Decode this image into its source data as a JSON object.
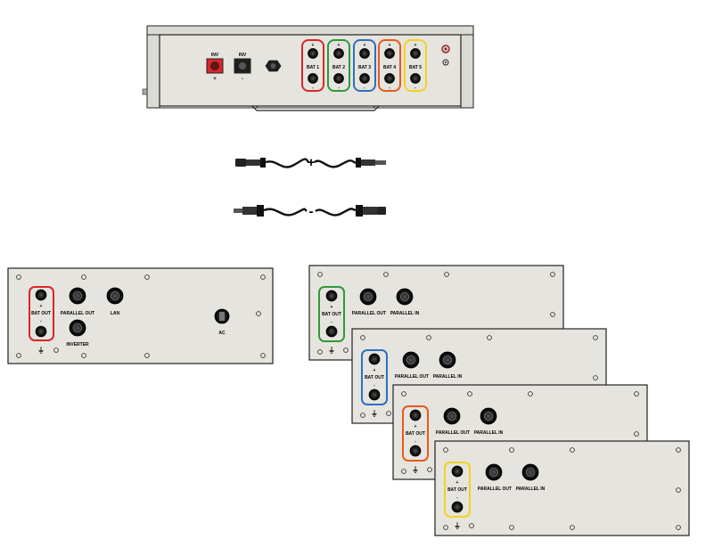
{
  "colors": {
    "panel_fill": "#e6e4de",
    "panel_stroke": "#222222",
    "bat1": "#d9262c",
    "bat2": "#2e9a3a",
    "bat3": "#2f6fbf",
    "bat4": "#e55a1e",
    "bat5": "#f2d21e",
    "inv_plus_connector": "#d9262c"
  },
  "combiner_box": {
    "inv_plus": {
      "label": "INV",
      "sign": "+"
    },
    "inv_minus": {
      "label": "INV",
      "sign": "-"
    },
    "bat_ports": [
      {
        "label": "BAT 1",
        "plus": "+",
        "minus": "-",
        "color_key": "bat1"
      },
      {
        "label": "BAT 2",
        "plus": "+",
        "minus": "-",
        "color_key": "bat2"
      },
      {
        "label": "BAT 3",
        "plus": "+",
        "minus": "-",
        "color_key": "bat3"
      },
      {
        "label": "BAT 4",
        "plus": "+",
        "minus": "-",
        "color_key": "bat4"
      },
      {
        "label": "BAT 5",
        "plus": "+",
        "minus": "-",
        "color_key": "bat5"
      }
    ]
  },
  "cables": {
    "positive_sign": "+",
    "negative_sign": "-"
  },
  "master_battery": {
    "bat_out": "BAT OUT",
    "plus": "+",
    "minus": "-",
    "parallel_out": "PARALLEL OUT",
    "lan": "LAN",
    "inverter": "INVERTER",
    "ac": "AC",
    "ground": "⏚",
    "color_key": "bat1"
  },
  "slave_batteries": [
    {
      "bat_out": "BAT OUT",
      "plus": "+",
      "minus": "-",
      "parallel_out": "PARALLEL OUT",
      "parallel_in": "PARALLEL IN",
      "ground": "⏚",
      "color_key": "bat2"
    },
    {
      "bat_out": "BAT OUT",
      "plus": "+",
      "minus": "-",
      "parallel_out": "PARALLEL OUT",
      "parallel_in": "PARALLEL IN",
      "ground": "⏚",
      "color_key": "bat3"
    },
    {
      "bat_out": "BAT OUT",
      "plus": "+",
      "minus": "-",
      "parallel_out": "PARALLEL OUT",
      "parallel_in": "PARALLEL IN",
      "ground": "⏚",
      "color_key": "bat4"
    },
    {
      "bat_out": "BAT OUT",
      "plus": "+",
      "minus": "-",
      "parallel_out": "PARALLEL OUT",
      "parallel_in": "PARALLEL IN",
      "ground": "⏚",
      "color_key": "bat5"
    }
  ]
}
